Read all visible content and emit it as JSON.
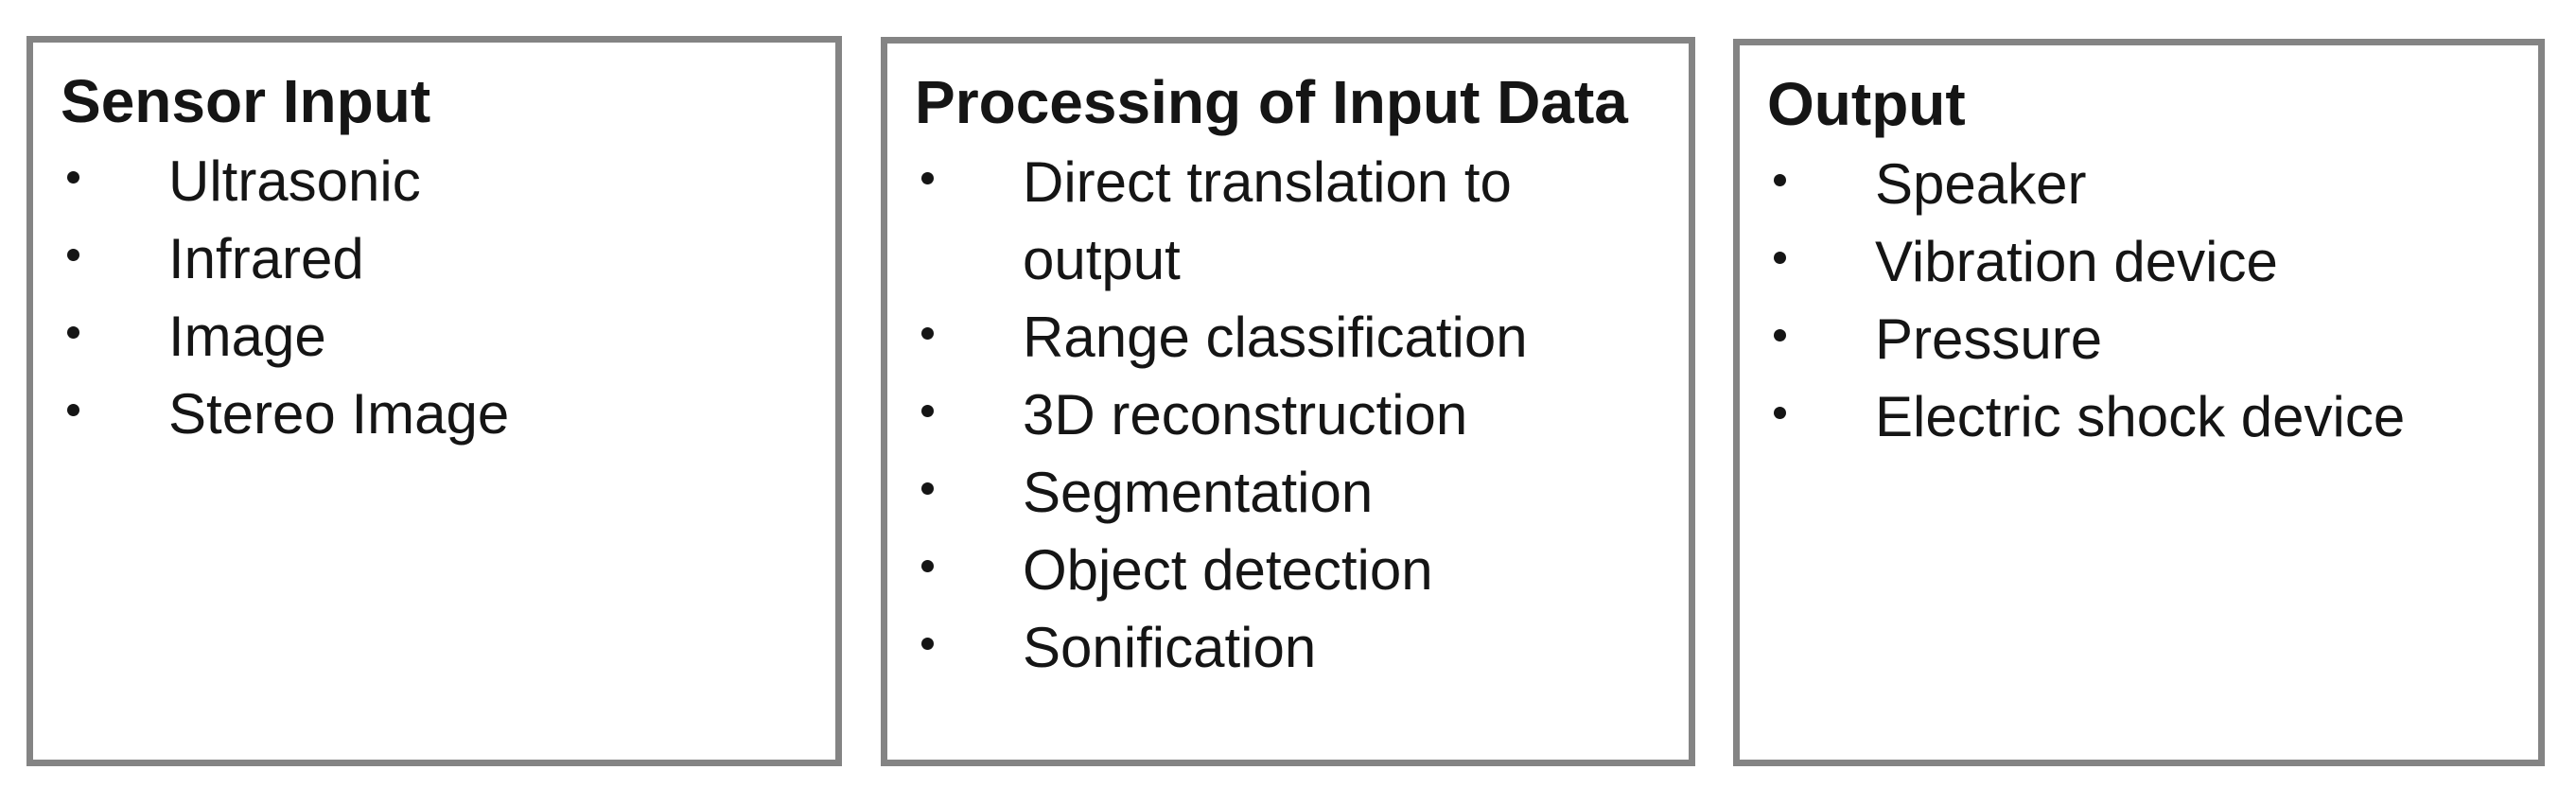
{
  "boxes": [
    {
      "title": "Sensor Input",
      "items": [
        "Ultrasonic",
        "Infrared",
        "Image",
        "Stereo Image"
      ]
    },
    {
      "title": "Processing of Input Data",
      "items": [
        "Direct translation to output",
        "Range classification",
        "3D reconstruction",
        "Segmentation",
        "Object detection",
        "Sonification"
      ]
    },
    {
      "title": "Output",
      "items": [
        "Speaker",
        "Vibration device",
        "Pressure",
        "Electric shock device"
      ]
    }
  ],
  "colors": {
    "border": "#848484",
    "text": "#151515",
    "background": "#ffffff"
  },
  "bullet_char": "•"
}
